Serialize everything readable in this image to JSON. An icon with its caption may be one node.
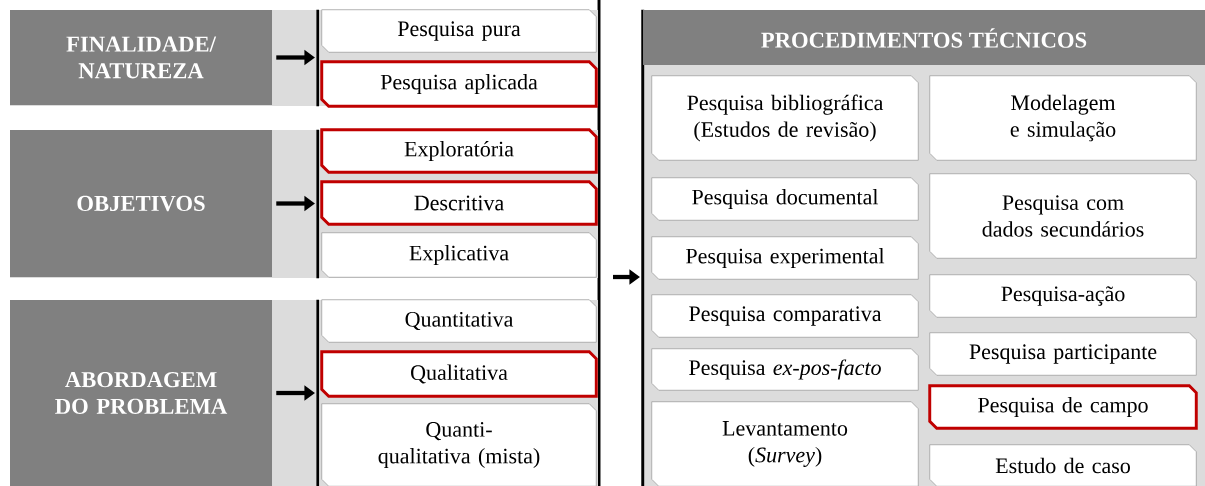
{
  "diagram": {
    "nodes": [
      {
        "text": [
          "FINALIDADE/ NATUREZA"
        ]
      },
      {
        "text": [],
        "shape": "box"
      },
      {
        "text": [
          "Pesquisa pura"
        ],
        "in": 1
      },
      {
        "text": [
          "Pesquisa aplicada"
        ],
        "in": 1
      },
      {
        "text": [
          "OBJETIVOS"
        ]
      },
      {
        "text": [],
        "shape": "box"
      },
      {
        "text": [
          "Exploratória"
        ],
        "in": 5
      },
      {
        "text": [
          "Descritiva"
        ],
        "in": 5
      },
      {
        "text": [
          "Explicativa"
        ],
        "in": 5
      },
      {
        "text": [
          "ABORDAGEM DO PROBLEMA"
        ]
      },
      {
        "text": [],
        "shape": "box"
      },
      {
        "text": [
          "Quantitativa"
        ],
        "in": 10
      },
      {
        "text": [
          "Qualitativa"
        ],
        "in": 10
      },
      {
        "text": [
          "Quanti-qualitativa (mista)"
        ],
        "in": 10
      },
      {
        "text": [
          "PROCEDIMENTOS TÉCNICOS"
        ]
      },
      {
        "text": [
          "Pesquisa bibliográfica (Estudos de revisão)"
        ],
        "in": 14
      },
      {
        "text": [
          "Pesquisa documental"
        ],
        "in": 14
      },
      {
        "text": [
          "Pesquisa experimental"
        ],
        "in": 14
      },
      {
        "text": [
          "Pesquisa comparativa"
        ],
        "in": 14
      },
      {
        "text": [
          "Pesquisa *ex-pos-facto*"
        ],
        "in": 14
      },
      {
        "text": [
          "Levantamento (*Survey*)"
        ],
        "in": 14
      },
      {
        "text": [
          "Modelagem e simulação"
        ],
        "in": 14
      },
      {
        "text": [
          "Pesquisa com dados secundários"
        ],
        "in": 14
      },
      {
        "text": [
          "Pesquisa-ação"
        ],
        "in": 14
      },
      {
        "text": [
          "Pesquisa participante"
        ],
        "in": 14
      },
      {
        "text": [
          "Pesquisa de campo"
        ],
        "in": 14
      },
      {
        "text": [
          "Estudo de caso"
        ],
        "in": 14
      }
    ],
    "edges": [
      {
        "from": 0,
        "to": 1,
        "arrow": "to"
      },
      {
        "from": 4,
        "to": 5,
        "arrow": "to"
      },
      {
        "from": 9,
        "to": 10,
        "arrow": "to"
      },
      {
        "from": null,
        "to": 14,
        "arrow": "to"
      }
    ]
  }
}
